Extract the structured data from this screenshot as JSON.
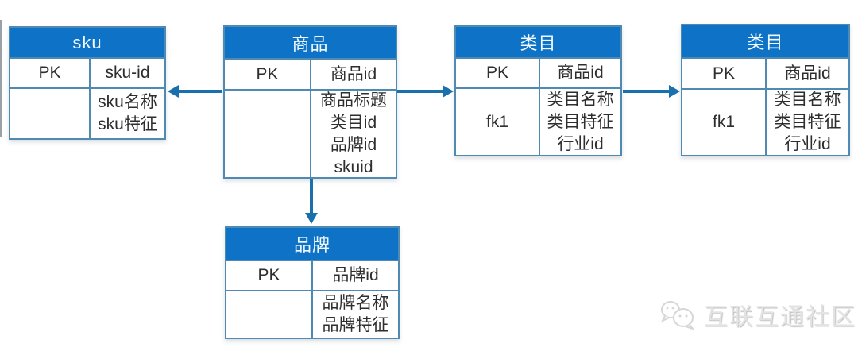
{
  "colors": {
    "header_bg": "#0e72c6",
    "border": "#4f8ab3",
    "arrow": "#1a6fad",
    "cell_text": "#2e2e2e",
    "header_text": "#f2fbff",
    "watermark": "#e3e3e3",
    "background": "#ffffff"
  },
  "tables": {
    "sku": {
      "title": "sku",
      "pk_key": "PK",
      "pk_value": "sku-id",
      "fk_key": "",
      "attr_lines": [
        "sku名称",
        "sku特征"
      ]
    },
    "product": {
      "title": "商品",
      "pk_key": "PK",
      "pk_value": "商品id",
      "fk_key": "",
      "attr_lines": [
        "商品标题",
        "类目id",
        "品牌id",
        "skuid"
      ]
    },
    "category1": {
      "title": "类目",
      "pk_key": "PK",
      "pk_value": "商品id",
      "fk_key": "fk1",
      "attr_lines": [
        "类目名称",
        "类目特征",
        "行业id"
      ]
    },
    "category2": {
      "title": "类目",
      "pk_key": "PK",
      "pk_value": "商品id",
      "fk_key": "fk1",
      "attr_lines": [
        "类目名称",
        "类目特征",
        "行业id"
      ]
    },
    "brand": {
      "title": "品牌",
      "pk_key": "PK",
      "pk_value": "品牌id",
      "fk_key": "",
      "attr_lines": [
        "品牌名称",
        "品牌特征"
      ]
    }
  },
  "watermark": {
    "label": "互联互通社区"
  }
}
